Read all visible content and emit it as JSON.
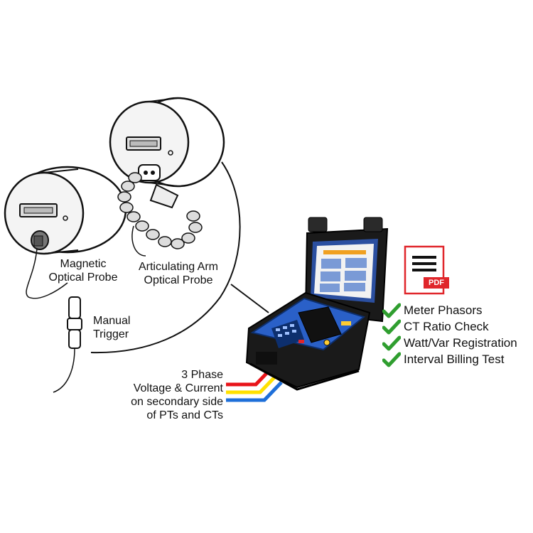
{
  "labels": {
    "magnetic_probe": "Magnetic\nOptical Probe",
    "articulating_probe": "Articulating Arm\nOptical Probe",
    "manual_trigger": "Manual\nTrigger",
    "phase_input": "3 Phase\nVoltage & Current\non secondary side\nof PTs and CTs"
  },
  "pdf_badge": "PDF",
  "features": [
    "Meter Phasors",
    "CT Ratio Check",
    "Watt/Var Registration",
    "Interval Billing Test"
  ],
  "colors": {
    "check": "#2f9e2f",
    "pdf_red": "#e0262b",
    "case_blue": "#1f5fbf",
    "phase_red": "#e8141a",
    "phase_yellow": "#ffe100",
    "phase_blue": "#1e6fd9"
  },
  "icons": [
    "meter-icon",
    "probe-icon",
    "trigger-icon",
    "analyzer-icon",
    "pdf-icon",
    "check-icon"
  ]
}
